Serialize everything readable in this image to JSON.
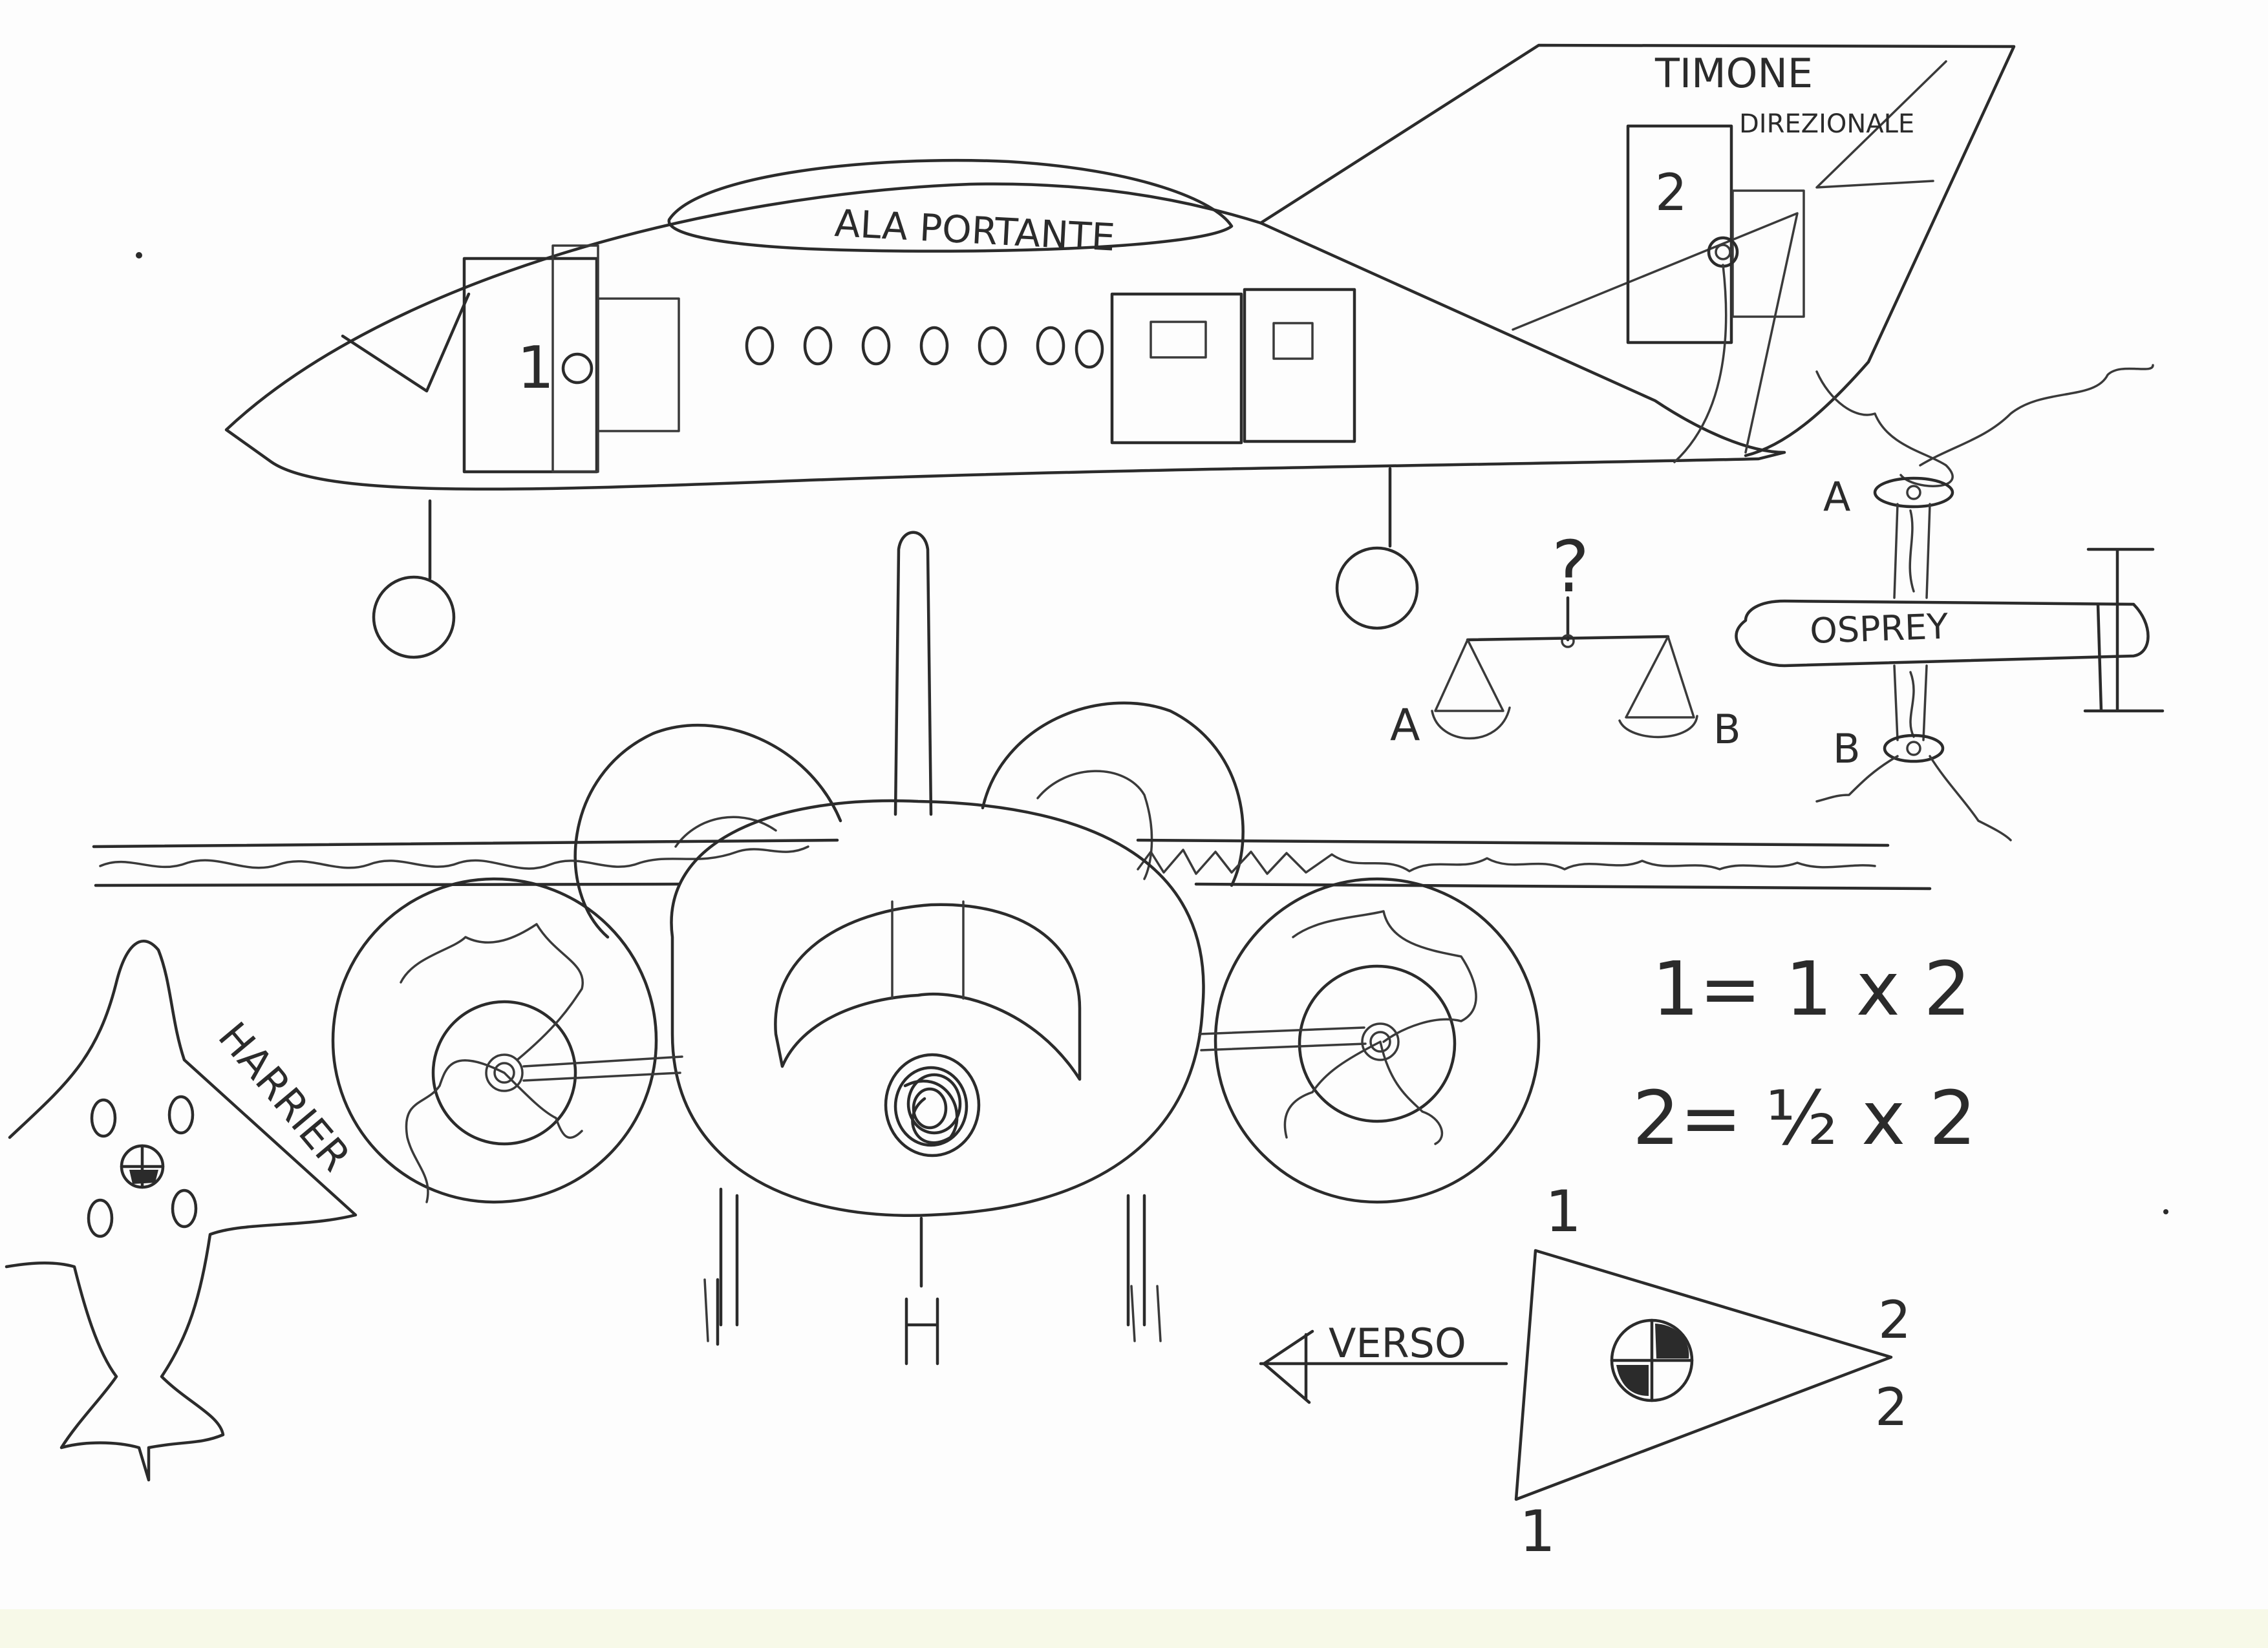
{
  "labels": {
    "wing": "ALA PORTANTE",
    "rudder_line1": "TIMONE",
    "rudder_line2": "DIREZIONALE",
    "door_1": "1",
    "door_2": "2",
    "osprey": "OSPREY",
    "osprey_a": "A",
    "osprey_b": "B",
    "scale_a": "A",
    "scale_b": "B",
    "scale_question": "?",
    "harrier": "HARRIER",
    "equation_1": "1= 1 x 2",
    "equation_2": "2= ½ x 2",
    "direction": "VERSO",
    "triangle_top": "1",
    "triangle_bottom": "1",
    "triangle_right_1": "2",
    "triangle_right_2": "2"
  },
  "colors": {
    "ink": "#2b2b2b",
    "paper": "#fdfdfd"
  }
}
